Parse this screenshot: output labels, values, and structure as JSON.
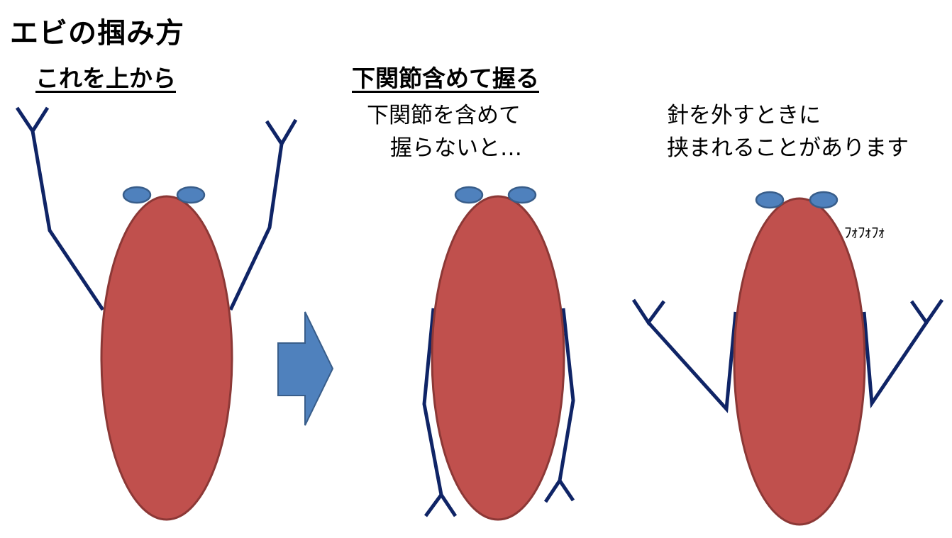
{
  "title": "エビの掴み方",
  "panels": [
    {
      "heading": "これを上から"
    },
    {
      "heading": "下関節含めて握る",
      "caption": [
        "下関節を含めて",
        "握らないと…"
      ]
    },
    {
      "caption": [
        "針を外すときに",
        "挟まれることがあります"
      ],
      "sound_effect": "ﾌｫﾌｫﾌｫ"
    }
  ],
  "colors": {
    "shrimp_body": "#c0504d",
    "shrimp_outline": "#8c3836",
    "eyes": "#4f81bd",
    "eye_outline": "#385d8a",
    "legs": "#0f2466",
    "arrow": "#4f81bd"
  },
  "icons": [
    "shrimp-body",
    "shrimp-eye",
    "shrimp-leg",
    "right-arrow"
  ]
}
